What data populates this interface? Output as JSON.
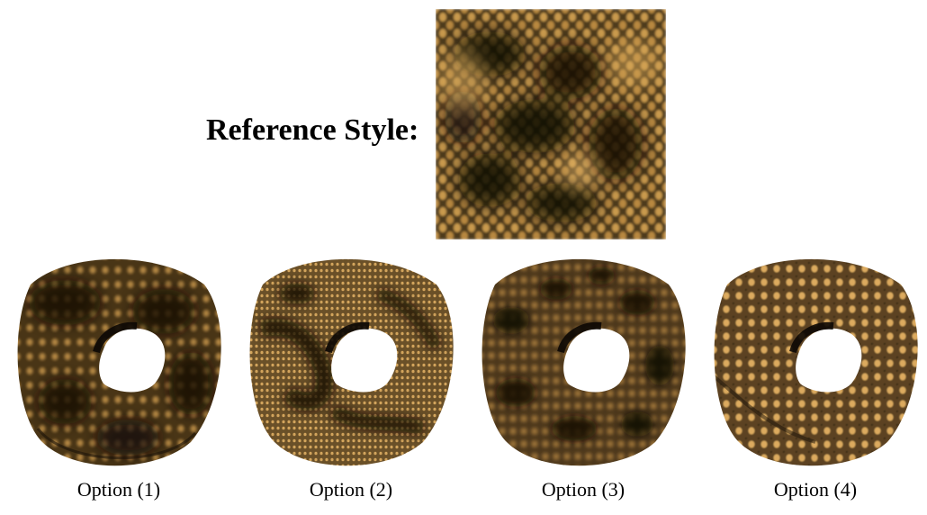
{
  "reference": {
    "label": "Reference Style:",
    "texture_colors": {
      "base": "#5a4321",
      "highlight": "#d9a85a",
      "shadow": "#120d06"
    }
  },
  "options": [
    {
      "caption": "Option (1)",
      "pattern": "blurry-dotted-dark-patches"
    },
    {
      "caption": "Option (2)",
      "pattern": "fine-grain-with-dark-streaks"
    },
    {
      "caption": "Option (3)",
      "pattern": "mottled-dark-patches"
    },
    {
      "caption": "Option (4)",
      "pattern": "regular-scale-dots"
    }
  ]
}
